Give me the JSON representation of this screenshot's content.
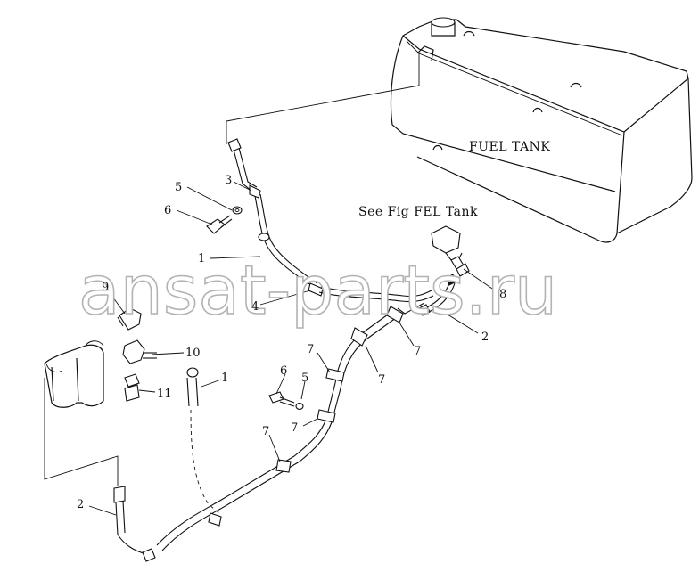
{
  "diagram": {
    "tank_label": "FUEL TANK",
    "reference_note": "See Fig FEL Tank",
    "watermark": "ansat-parts.ru",
    "callouts": [
      {
        "id": "c1a",
        "text": "1"
      },
      {
        "id": "c1b",
        "text": "1"
      },
      {
        "id": "c2a",
        "text": "2"
      },
      {
        "id": "c2b",
        "text": "2"
      },
      {
        "id": "c3",
        "text": "3"
      },
      {
        "id": "c4",
        "text": "4"
      },
      {
        "id": "c5a",
        "text": "5"
      },
      {
        "id": "c5b",
        "text": "5"
      },
      {
        "id": "c6a",
        "text": "6"
      },
      {
        "id": "c6b",
        "text": "6"
      },
      {
        "id": "c7a",
        "text": "7"
      },
      {
        "id": "c7b",
        "text": "7"
      },
      {
        "id": "c7c",
        "text": "7"
      },
      {
        "id": "c7d",
        "text": "7"
      },
      {
        "id": "c7e",
        "text": "7"
      },
      {
        "id": "c8",
        "text": "8"
      },
      {
        "id": "c9",
        "text": "9"
      },
      {
        "id": "c10",
        "text": "10"
      },
      {
        "id": "c11",
        "text": "11"
      }
    ]
  }
}
